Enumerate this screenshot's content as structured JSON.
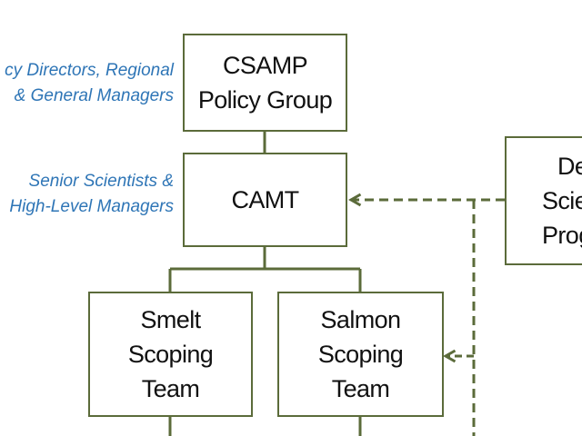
{
  "colors": {
    "border": "#5b6b3a",
    "text": "#111111",
    "annotation": "#2e75b6"
  },
  "annotations": {
    "level1": {
      "line1": "cy Directors, Regional",
      "line2": "& General Managers"
    },
    "level2": {
      "line1": "Senior Scientists &",
      "line2": "High-Level Managers"
    }
  },
  "boxes": {
    "policy_group": {
      "line1": "CSAMP",
      "line2": "Policy Group"
    },
    "camt": {
      "line1": "CAMT"
    },
    "science_program": {
      "line1": "De",
      "line2": "Scie",
      "line3": "Prog"
    },
    "smelt_team": {
      "line1": "Smelt",
      "line2": "Scoping",
      "line3": "Team"
    },
    "salmon_team": {
      "line1": "Salmon",
      "line2": "Scoping",
      "line3": "Team"
    }
  }
}
